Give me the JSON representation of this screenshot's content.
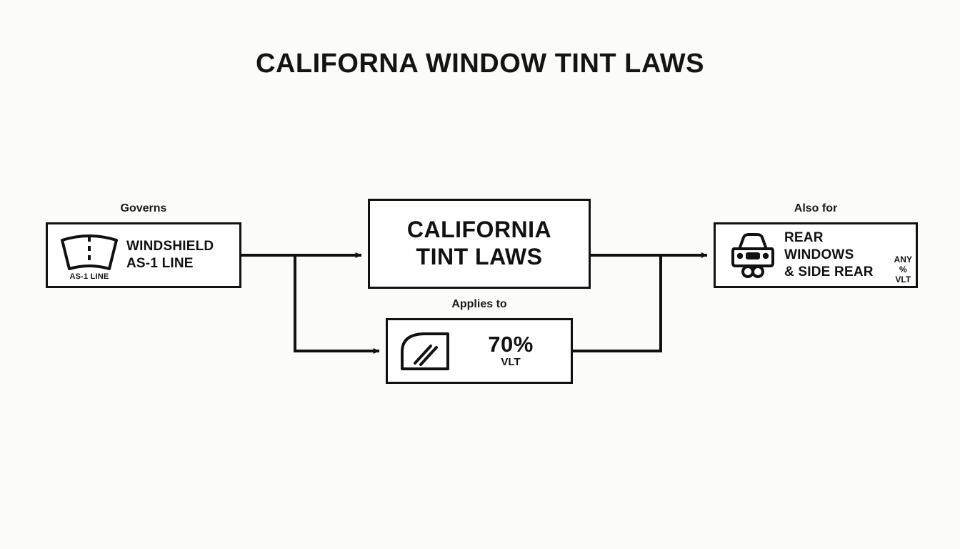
{
  "title": "CALIFORNA WINDOW TINT LAWS",
  "colors": {
    "background": "#fbfbfa",
    "node_fill": "#ffffff",
    "stroke": "#111111",
    "text": "#111111"
  },
  "nodes": {
    "windshield": {
      "caption": "Governs",
      "icon": "windshield-as1-icon",
      "icon_label": "AS-1 LINE",
      "line1": "WINDSHIELD",
      "line2": "AS-1 LINE"
    },
    "center": {
      "line1": "CALIFORNIA",
      "line2": "TINT LAWS"
    },
    "front_side": {
      "caption": "Applies to",
      "icon": "car-window-glass-icon",
      "value": "70%",
      "unit": "VLT"
    },
    "rear": {
      "caption": "Also for",
      "icon": "car-rear-view-icon",
      "line1": "REAR WINDOWS",
      "line2": "& SIDE REAR",
      "note_line1": "ANY %",
      "note_line2": "VLT"
    }
  },
  "connectors": [
    {
      "name": "windshield-to-center",
      "from": "windshield",
      "to": "center",
      "arrow": true
    },
    {
      "name": "branch-to-front-side",
      "from": "windshield",
      "to": "front_side",
      "arrow": true
    },
    {
      "name": "center-to-rear",
      "from": "center",
      "to": "rear",
      "arrow": true
    },
    {
      "name": "front-side-to-rear-merge",
      "from": "front_side",
      "to": "rear",
      "arrow": false
    }
  ]
}
